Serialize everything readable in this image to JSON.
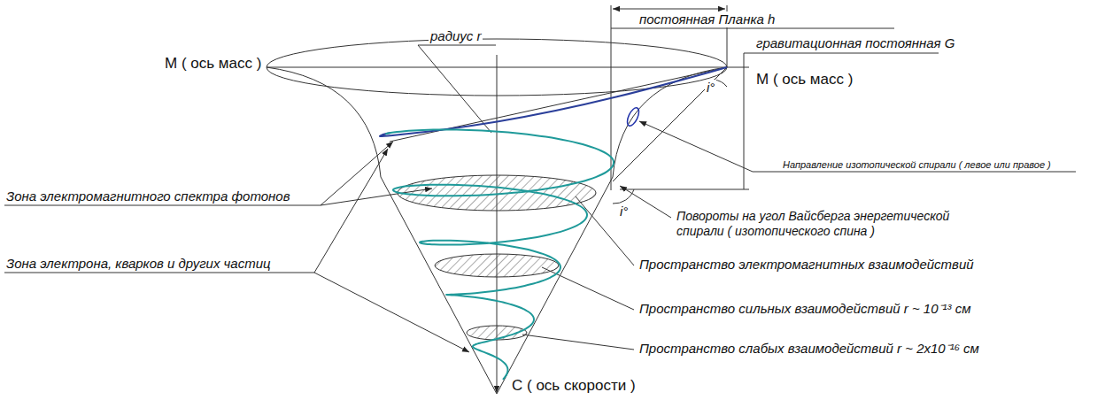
{
  "diagram": {
    "labels": [
      "радиус r",
      "постоянная Планка h",
      "M ( ось масс )",
      "M ( ось масс )",
      "гравитационная постоянная G",
      "Направление изотопической спирали ( левое или правое )",
      "Зона электромагнитного спектра фотонов",
      "Зона электрона, кварков и других частиц",
      "Повороты на угол Вайсберга энергетической спирали ( изотопического спина )",
      "Пространство электромагнитных взаимодействий",
      "Пространство сильных взаимодействий r ~ 10⁻¹³ см",
      "Пространство слабых взаимодействий r ~ 2x10⁻¹⁶ см",
      "C ( ось скорости )",
      "i°",
      "i°"
    ]
  }
}
